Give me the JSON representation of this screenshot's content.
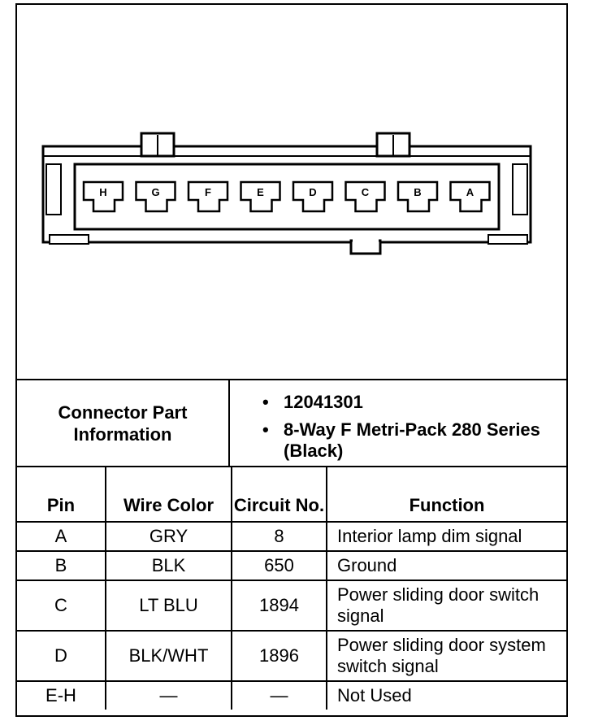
{
  "connector": {
    "pins_left_to_right": [
      "H",
      "G",
      "F",
      "E",
      "D",
      "C",
      "B",
      "A"
    ]
  },
  "part_info": {
    "label": "Connector Part Information",
    "items": [
      "12041301",
      "8-Way F Metri-Pack 280 Series (Black)"
    ]
  },
  "table": {
    "headers": {
      "pin": "Pin",
      "wire_color": "Wire Color",
      "circuit": "Circuit No.",
      "function": "Function"
    },
    "rows": [
      {
        "pin": "A",
        "wire_color": "GRY",
        "circuit": "8",
        "function": "Interior lamp dim signal"
      },
      {
        "pin": "B",
        "wire_color": "BLK",
        "circuit": "650",
        "function": "Ground"
      },
      {
        "pin": "C",
        "wire_color": "LT BLU",
        "circuit": "1894",
        "function": "Power sliding door switch signal"
      },
      {
        "pin": "D",
        "wire_color": "BLK/WHT",
        "circuit": "1896",
        "function": "Power sliding door system switch signal"
      },
      {
        "pin": "E-H",
        "wire_color": "—",
        "circuit": "—",
        "function": "Not Used"
      }
    ]
  }
}
